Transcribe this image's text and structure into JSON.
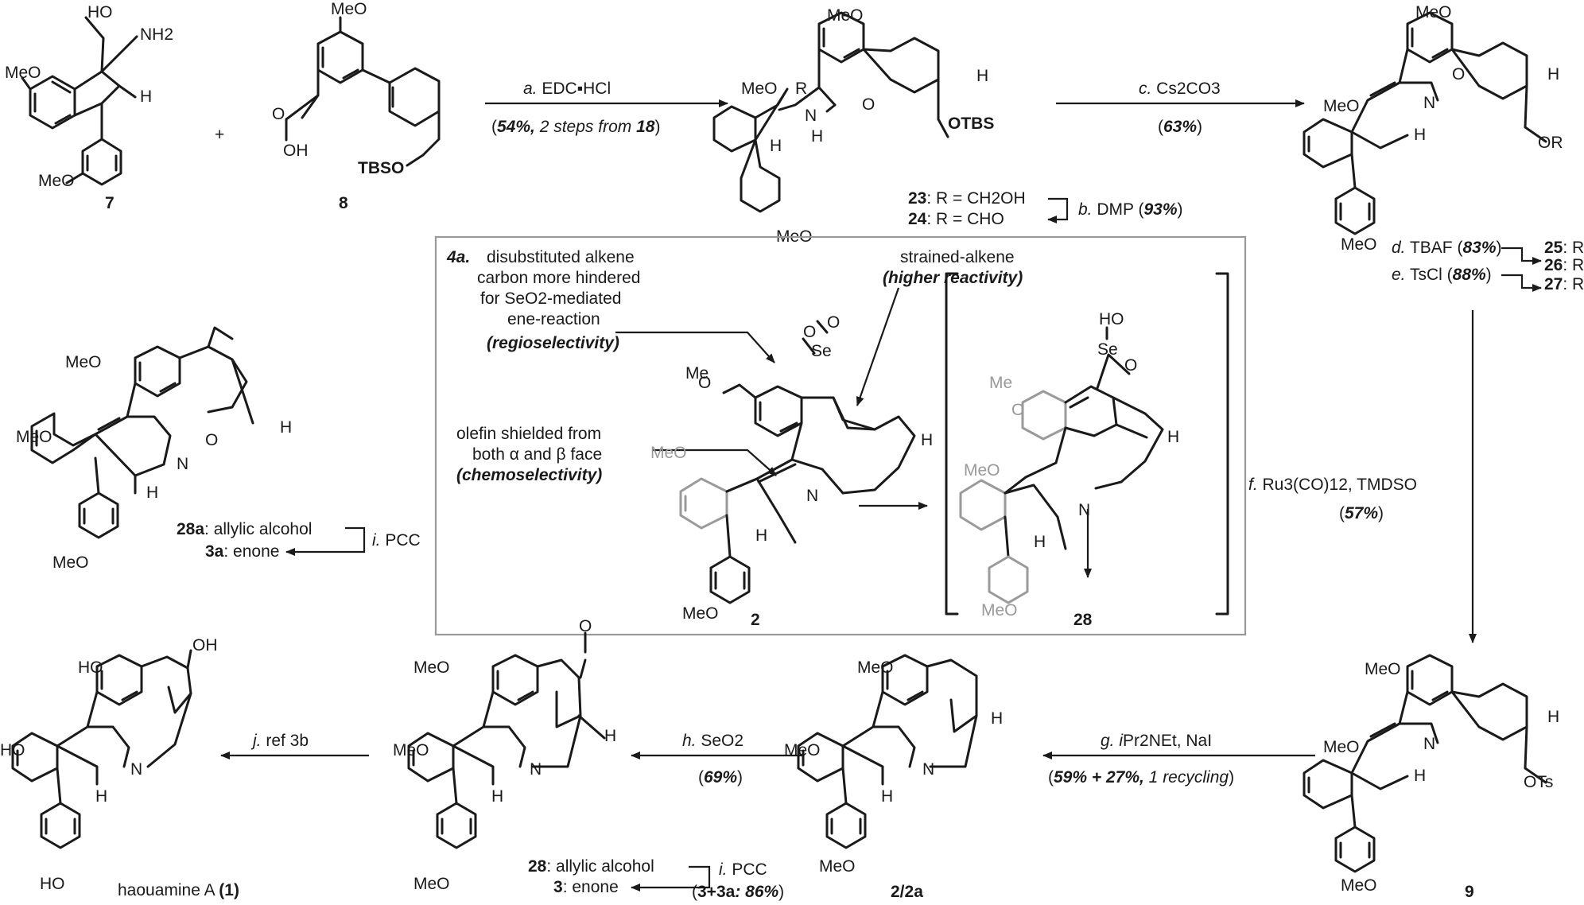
{
  "compounds": {
    "c7": {
      "label": "7",
      "ho": "HO",
      "nh2": "NH2",
      "h": "H",
      "ome1": "MeO",
      "ome2": "MeO"
    },
    "c8": {
      "label": "8",
      "ome": "MeO",
      "o": "O",
      "oh": "OH",
      "tbso": "TBSO"
    },
    "c23": {
      "r": "R",
      "ome1": "MeO",
      "ome2": "MeO",
      "nh": "N",
      "h": "H",
      "o": "O",
      "otbs": "OTBS",
      "h2": "H",
      "line1_num": "23",
      "line1_rest": ": R = CH2OH",
      "line2_num": "24",
      "line2_rest": ": R = CHO"
    },
    "c25": {
      "ome1": "MeO",
      "ome2": "MeO",
      "ome3": "MeO",
      "o": "O",
      "n": "N",
      "h": "H",
      "or": "OR",
      "h2": "H",
      "l1_num": "25",
      "l1_rest": ": R = TBS",
      "l2_num": "26",
      "l2_rest": ": R = H",
      "l3_num": "27",
      "l3_rest": ": R = Ts"
    },
    "c28a": {
      "ome1": "MeO",
      "ome2": "MeO",
      "ome3": "MeO",
      "o": "O",
      "n": "N",
      "h1": "H",
      "h2": "H",
      "l1_num": "28a",
      "l1_rest": ": allylic alcohol",
      "l2_num": "3a",
      "l2_rest": ": enone"
    },
    "c9": {
      "label": "9",
      "ome1": "MeO",
      "ome2": "MeO",
      "ome3": "MeO",
      "nh": "N",
      "h": "H",
      "ots": "OTs",
      "h2": "H"
    },
    "c2": {
      "label": "2/2a",
      "ome1": "MeO",
      "ome2": "MeO",
      "ome3": "MeO",
      "n": "N",
      "h": "H",
      "h2": "H"
    },
    "c3": {
      "ome1": "MeO",
      "ome2": "MeO",
      "ome3": "MeO",
      "o": "O",
      "n": "N",
      "h": "H",
      "h2": "H",
      "l1_num": "28",
      "l1_rest": ": allylic alcohol",
      "l2_num": "3",
      "l2_rest": ": enone"
    },
    "c1": {
      "oh1": "HO",
      "oh2": "OH",
      "oh3": "HO",
      "oh4": "HO",
      "n": "N",
      "h": "H",
      "label_text": "haouamine A ",
      "label_num": "(1)"
    }
  },
  "plus": "+",
  "steps": {
    "a_label": "a.",
    "a_reagent": " EDC▪HCl",
    "a_yield_open": "(",
    "a_yield": "54%,",
    "a_note": " 2 steps from ",
    "a_note_num": "18",
    "a_yield_close": ")",
    "b_label": "b.",
    "b_reagent": " DMP (",
    "b_yield": "93%",
    "b_close": ")",
    "c_label": "c.",
    "c_reagent": " Cs2CO3",
    "c_yield_open": "(",
    "c_yield": "63%",
    "c_yield_close": ")",
    "d_label": "d.",
    "d_reagent": " TBAF (",
    "d_yield": "83%",
    "d_close": ")",
    "e_label": "e.",
    "e_reagent": " TsCl (",
    "e_yield": "88%",
    "e_close": ")",
    "f_label": "f.",
    "f_reagent": " Ru3(CO)12, TMDSO",
    "f_yield_open": "(",
    "f_yield": "57%",
    "f_yield_close": ")",
    "g_label": "g.",
    "g_reagent_i": " i",
    "g_reagent": "Pr2NEt, NaI",
    "g_yield_open": "(",
    "g_yield": "59% + 27%,",
    "g_note": " 1 recycling",
    "g_yield_close": ")",
    "h_label": "h.",
    "h_reagent": " SeO2",
    "h_yield_open": "(",
    "h_yield": "69%",
    "h_yield_close": ")",
    "i_label": "i.",
    "i_reagent": " PCC",
    "i2_label": "i.",
    "i2_reagent": " PCC",
    "i2_yield_open": "(",
    "i2_yield_cmp": "3+3a",
    "i2_yield": ": 86%",
    "i2_yield_close": ")",
    "j_label": "j.",
    "j_reagent": " ref 3b"
  },
  "box": {
    "tag": "4a.",
    "note1_l1": "disubstituted alkene",
    "note1_l2": "carbon more hindered",
    "note1_l3": "for SeO2-mediated",
    "note1_l4": "ene-reaction",
    "note1_l5": "(regioselectivity)",
    "note2_l1": "strained-alkene",
    "note2_l2": "(higher reactivity)",
    "note3_l1": "olefin shielded from",
    "note3_l2": "both α and β face",
    "note3_l3": "(chemoselectivity)",
    "se_o1": "O",
    "se_o2": "O",
    "se": "Se",
    "ome_top": "O",
    "me_top": "Me",
    "ome_gray": "MeO",
    "n": "N",
    "h1": "H",
    "h2": "H",
    "ome_bot": "MeO",
    "label2": "2",
    "int_ho": "HO",
    "int_se": "Se",
    "int_o": "O",
    "int_me": "Me",
    "int_o2": "O",
    "int_ome": "MeO",
    "int_n": "N",
    "int_h1": "H",
    "int_h2": "H",
    "int_ome2": "MeO",
    "label28": "28"
  }
}
